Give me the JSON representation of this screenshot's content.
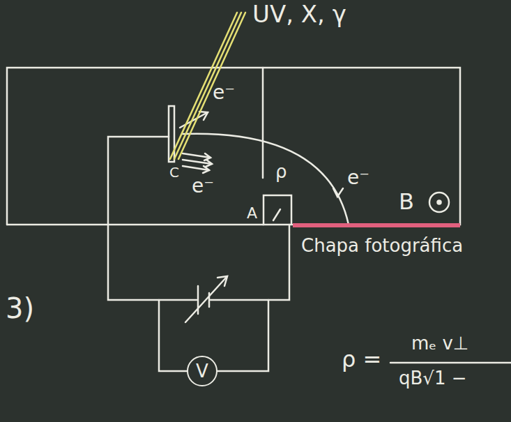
{
  "diagram": {
    "nodes": [
      {
        "text": [
          "V"
        ]
      }
    ],
    "labels": [
      "UV, X, γ",
      "e⁻",
      "C",
      "e⁻",
      "ρ",
      "e⁻",
      "B",
      "A",
      "Chapa fotográfica",
      "3)",
      "ρ =",
      "mₑ v⊥",
      "qB√1 −"
    ]
  }
}
